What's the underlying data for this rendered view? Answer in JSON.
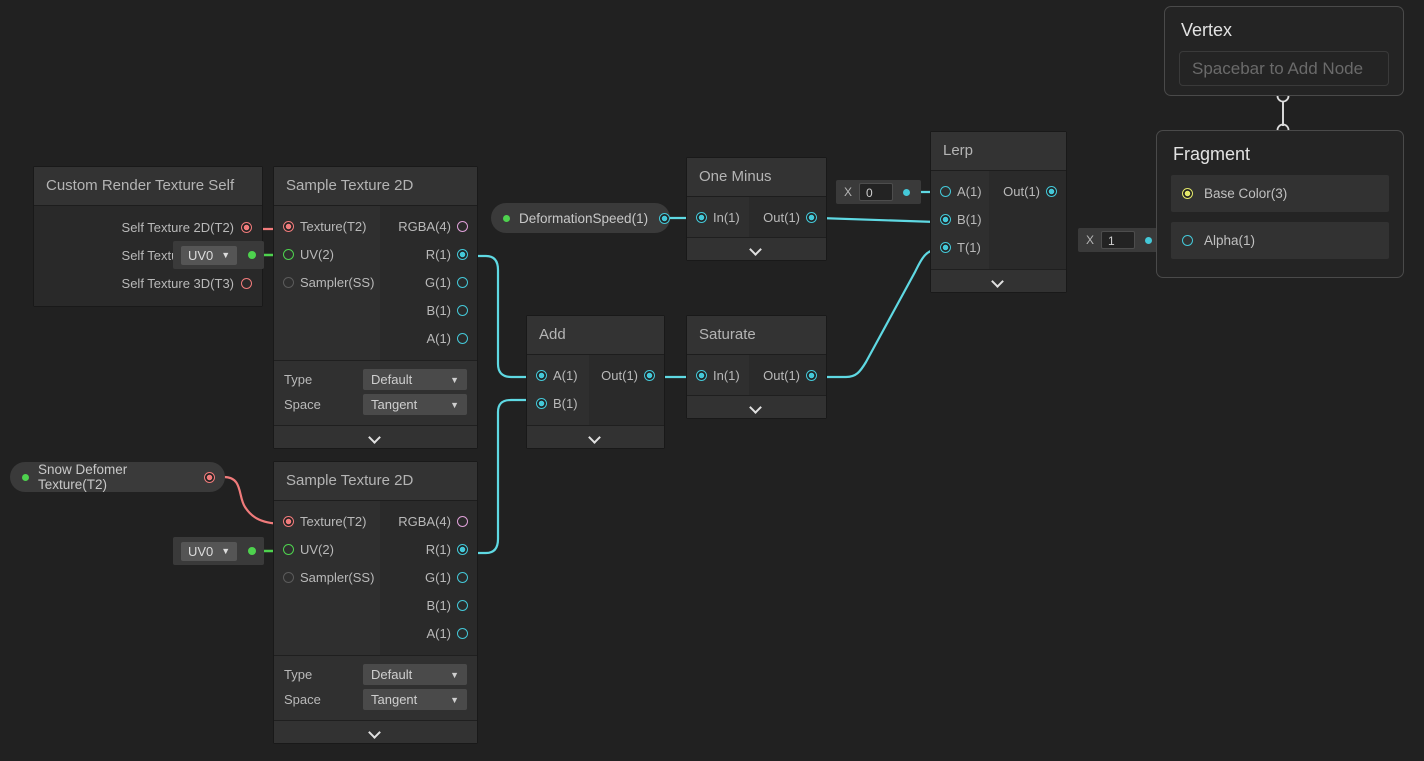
{
  "app": {
    "background": "#212121",
    "accent_cyan": "#44c8d8",
    "accent_red": "#f07b7b",
    "accent_green": "#4ed24e",
    "accent_pink": "#dfa0d8",
    "accent_yellow": "#e3e86a"
  },
  "nodes": {
    "custom_render_texture_self": {
      "title": "Custom Render Texture Self",
      "outputs": [
        {
          "label": "Self Texture 2D(T2)",
          "type": "texture",
          "connected": true
        },
        {
          "label": "Self Texture 2D(T2)",
          "type": "uv",
          "connected": true
        },
        {
          "label": "Self Texture 3D(T3)",
          "type": "texture",
          "connected": false
        }
      ]
    },
    "sample_texture_top": {
      "title": "Sample Texture 2D",
      "inputs": [
        {
          "label": "Texture(T2)",
          "type": "texture",
          "connected": true
        },
        {
          "label": "UV(2)",
          "type": "uv",
          "connected": false
        },
        {
          "label": "Sampler(SS)",
          "type": "sampler",
          "connected": false
        }
      ],
      "outputs": [
        {
          "label": "RGBA(4)",
          "type": "rgba",
          "connected": false
        },
        {
          "label": "R(1)",
          "type": "vector",
          "connected": true
        },
        {
          "label": "G(1)",
          "type": "vector",
          "connected": false
        },
        {
          "label": "B(1)",
          "type": "vector",
          "connected": false
        },
        {
          "label": "A(1)",
          "type": "vector",
          "connected": false
        }
      ],
      "settings": [
        {
          "label": "Type",
          "value": "Default"
        },
        {
          "label": "Space",
          "value": "Tangent"
        }
      ]
    },
    "sample_texture_bottom": {
      "title": "Sample Texture 2D",
      "inputs": [
        {
          "label": "Texture(T2)",
          "type": "texture",
          "connected": true
        },
        {
          "label": "UV(2)",
          "type": "uv",
          "connected": false
        },
        {
          "label": "Sampler(SS)",
          "type": "sampler",
          "connected": false
        }
      ],
      "outputs": [
        {
          "label": "RGBA(4)",
          "type": "rgba",
          "connected": false
        },
        {
          "label": "R(1)",
          "type": "vector",
          "connected": true
        },
        {
          "label": "G(1)",
          "type": "vector",
          "connected": false
        },
        {
          "label": "B(1)",
          "type": "vector",
          "connected": false
        },
        {
          "label": "A(1)",
          "type": "vector",
          "connected": false
        }
      ],
      "settings": [
        {
          "label": "Type",
          "value": "Default"
        },
        {
          "label": "Space",
          "value": "Tangent"
        }
      ]
    },
    "add": {
      "title": "Add",
      "inputs": [
        {
          "label": "A(1)",
          "connected": true
        },
        {
          "label": "B(1)",
          "connected": true
        }
      ],
      "outputs": [
        {
          "label": "Out(1)",
          "connected": true
        }
      ]
    },
    "one_minus": {
      "title": "One Minus",
      "inputs": [
        {
          "label": "In(1)",
          "connected": true
        }
      ],
      "outputs": [
        {
          "label": "Out(1)",
          "connected": true
        }
      ]
    },
    "saturate": {
      "title": "Saturate",
      "inputs": [
        {
          "label": "In(1)",
          "connected": true
        }
      ],
      "outputs": [
        {
          "label": "Out(1)",
          "connected": true
        }
      ]
    },
    "lerp": {
      "title": "Lerp",
      "inputs": [
        {
          "label": "A(1)",
          "connected": false
        },
        {
          "label": "B(1)",
          "connected": true
        },
        {
          "label": "T(1)",
          "connected": true
        }
      ],
      "outputs": [
        {
          "label": "Out(1)",
          "connected": true
        }
      ]
    }
  },
  "properties": {
    "snow_deformer_texture": {
      "label": "Snow Defomer Texture(T2)"
    },
    "deformation_speed": {
      "label": "DeformationSpeed(1)"
    }
  },
  "uv_dropdowns": {
    "crt_uv": {
      "value": "UV0"
    },
    "bottom_uv": {
      "value": "UV0"
    }
  },
  "value_fields": {
    "lerp_a": {
      "label": "X",
      "value": "0"
    },
    "alpha": {
      "label": "X",
      "value": "1"
    }
  },
  "master": {
    "vertex": {
      "title": "Vertex",
      "placeholder": "Spacebar to Add Node"
    },
    "fragment": {
      "title": "Fragment",
      "blocks": [
        {
          "label": "Base Color(3)",
          "connected": true
        },
        {
          "label": "Alpha(1)",
          "connected": false
        }
      ]
    }
  }
}
